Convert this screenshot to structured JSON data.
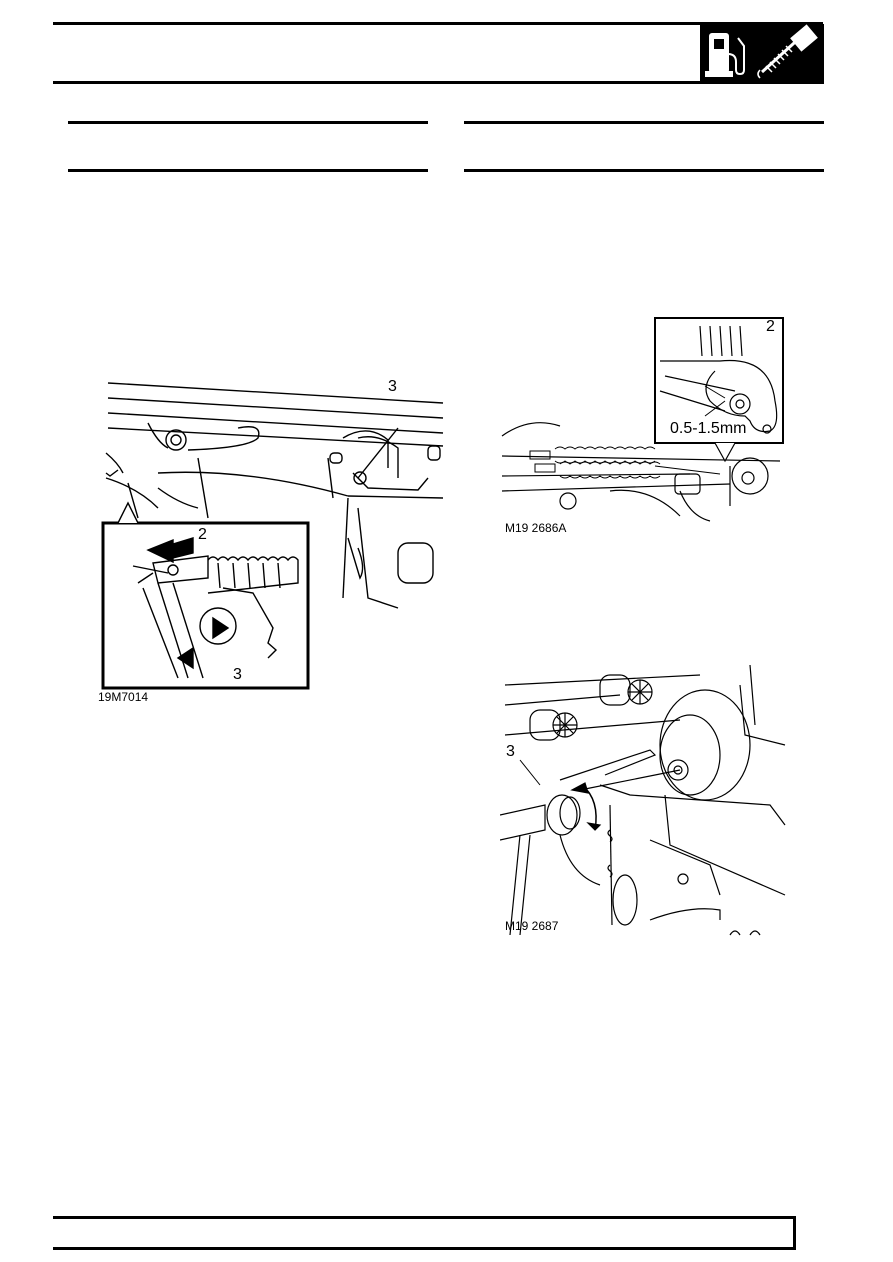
{
  "header": {
    "title": "",
    "icons": [
      "fuel-pump-icon",
      "spring-tensioner-icon"
    ],
    "logo_bg": "#000000"
  },
  "left_column": {
    "section_heading": "",
    "figure": {
      "id": "19M7014",
      "callouts": [
        "3",
        "2",
        "3"
      ]
    }
  },
  "right_column": {
    "section_heading": "",
    "figure_top": {
      "id": "M19 2686A",
      "callout": "2",
      "dimension": "0.5-1.5mm"
    },
    "figure_bottom": {
      "id": "M19 2687",
      "callout": "3"
    }
  },
  "footer": {
    "page_number": ""
  }
}
